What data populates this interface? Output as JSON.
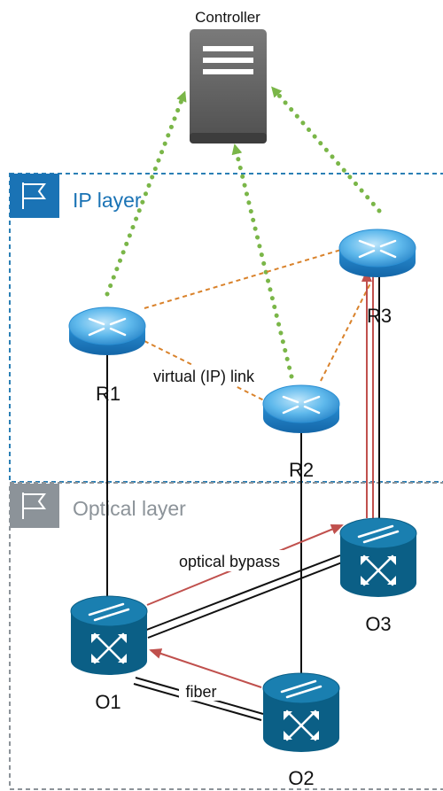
{
  "controller": {
    "label": "Controller"
  },
  "layers": {
    "ip": {
      "label": "IP layer",
      "color": "#1a73b5"
    },
    "optical": {
      "label": "Optical layer",
      "color": "#8c9399"
    }
  },
  "nodes": {
    "r1": {
      "label": "R1"
    },
    "r2": {
      "label": "R2"
    },
    "r3": {
      "label": "R3"
    },
    "o1": {
      "label": "O1"
    },
    "o2": {
      "label": "O2"
    },
    "o3": {
      "label": "O3"
    }
  },
  "annotations": {
    "virtual_link": "virtual (IP) link",
    "optical_bypass": "optical bypass",
    "fiber": "fiber"
  },
  "colors": {
    "control_link": "#7ab648",
    "virtual_link": "#d9822b",
    "bypass": "#c0504d",
    "router": "#3aa3e0",
    "optical_switch": "#0b5f86",
    "server": "#666666"
  },
  "icons": {
    "controller": "server-icon",
    "layer_marker": "flag-icon",
    "router": "router-icon",
    "optical": "optical-switch-icon"
  }
}
